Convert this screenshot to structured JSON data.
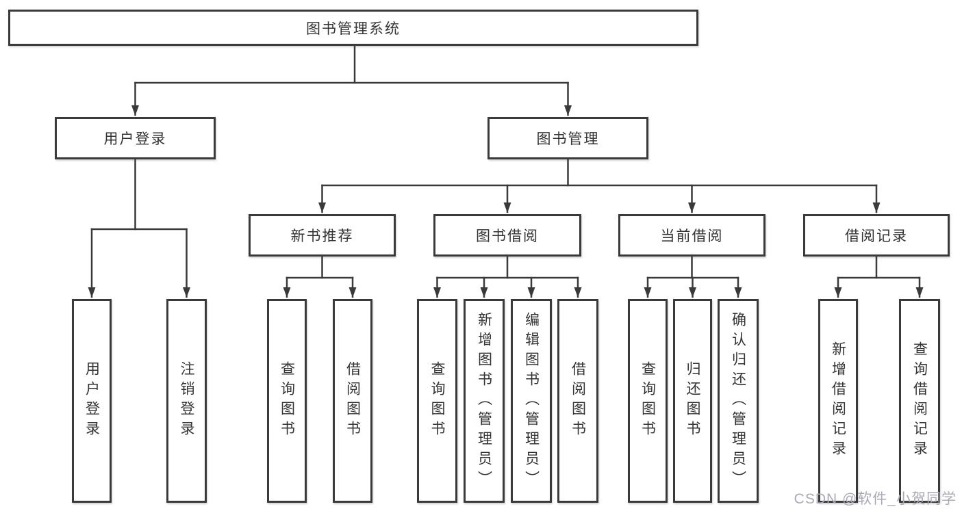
{
  "tree": {
    "root": {
      "label": "图书管理系统"
    },
    "branches": [
      {
        "label": "用户登录",
        "children": [
          {
            "label": "用户登录"
          },
          {
            "label": "注销登录"
          }
        ]
      },
      {
        "label": "图书管理",
        "children": [
          {
            "label": "新书推荐",
            "children": [
              {
                "label": "查询图书"
              },
              {
                "label": "借阅图书"
              }
            ]
          },
          {
            "label": "图书借阅",
            "children": [
              {
                "label": "查询图书"
              },
              {
                "label": "新增图书（管理员）"
              },
              {
                "label": "编辑图书（管理员）"
              },
              {
                "label": "借阅图书"
              }
            ]
          },
          {
            "label": "当前借阅",
            "children": [
              {
                "label": "查询图书"
              },
              {
                "label": "归还图书"
              },
              {
                "label": "确认归还（管理员）"
              }
            ]
          },
          {
            "label": "借阅记录",
            "children": [
              {
                "label": "新增借阅记录"
              },
              {
                "label": "查询借阅记录"
              }
            ]
          }
        ]
      }
    ]
  },
  "watermark": {
    "text": "CSDN @软件_小贺同学"
  },
  "colors": {
    "line": "#3a3a3a",
    "text": "#333333",
    "box_background": "#ffffff",
    "watermark": "#a9aab6"
  }
}
